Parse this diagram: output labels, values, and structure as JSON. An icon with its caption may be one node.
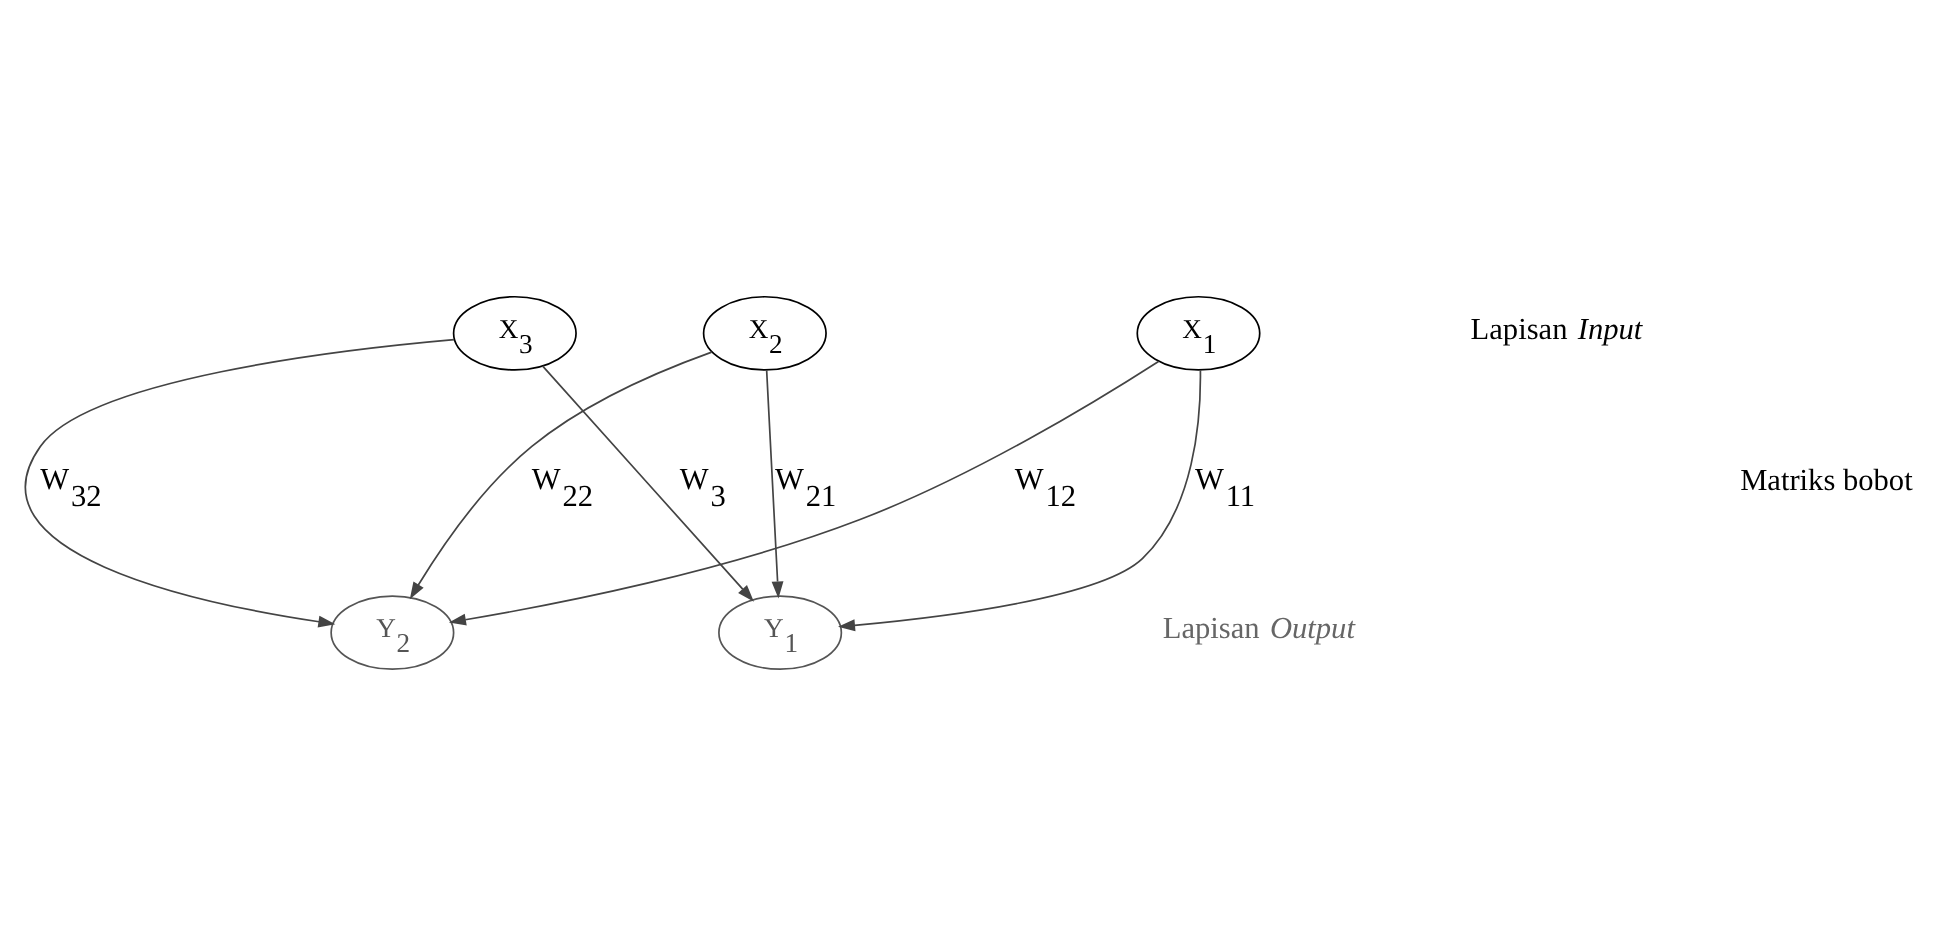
{
  "diagram": {
    "nodes": [
      {
        "text": [
          "X$_{1}$"
        ]
      },
      {
        "text": [
          "X$_{2}$"
        ]
      },
      {
        "text": [
          "X$_{3}$"
        ]
      },
      {
        "text": [
          "Y$_{1}$"
        ]
      },
      {
        "text": [
          "Y$_{2}$"
        ]
      }
    ],
    "edges": [
      {
        "from": 0,
        "to": 3,
        "arrow": "to",
        "label": "W$_{11}$"
      },
      {
        "from": 0,
        "to": 4,
        "arrow": "to",
        "label": "W$_{12}$"
      },
      {
        "from": 1,
        "to": 3,
        "arrow": "to",
        "label": "W$_{21}$"
      },
      {
        "from": 1,
        "to": 4,
        "arrow": "to",
        "label": "W$_{22}$"
      },
      {
        "from": 2,
        "to": 3,
        "arrow": "to",
        "label": "W$_{3}$"
      },
      {
        "from": 2,
        "to": 4,
        "arrow": "to",
        "label": "W$_{32}$"
      }
    ],
    "labels": [
      "Lapisan *Input*",
      "Matriks bobot",
      "Lapisan *Output*"
    ]
  }
}
